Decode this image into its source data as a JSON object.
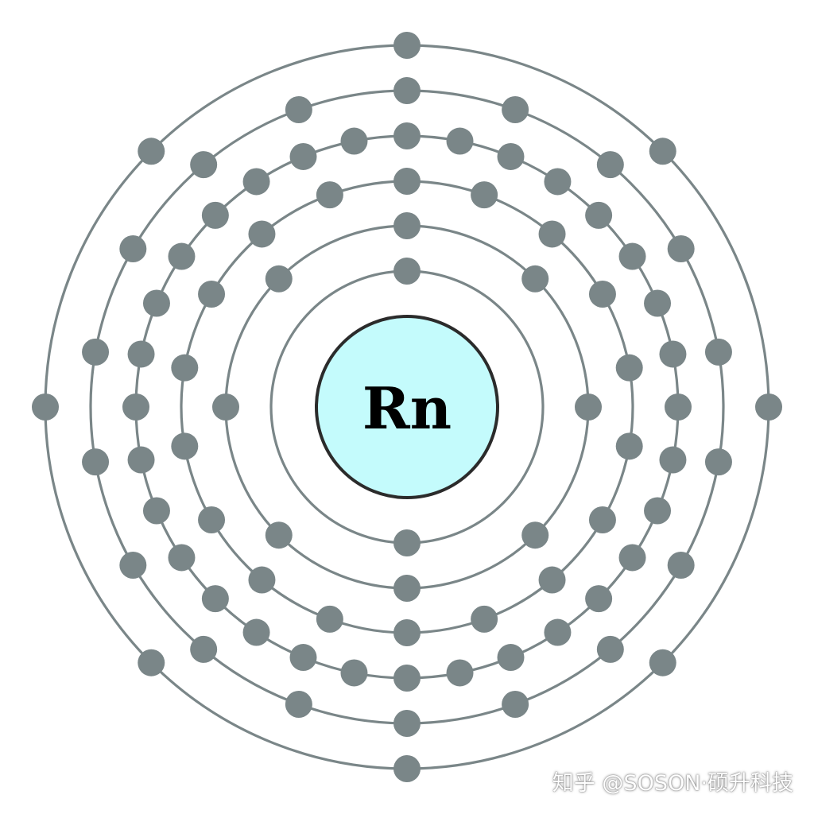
{
  "element": {
    "symbol": "Rn",
    "electrons_per_shell": [
      2,
      8,
      18,
      32,
      18,
      8
    ]
  },
  "colors": {
    "nucleus_fill": "#c4fbfc",
    "nucleus_stroke": "#2b2b2b",
    "shell_stroke": "#7a8688",
    "electron_fill": "#7a8688",
    "background": "#ffffff"
  },
  "watermark": {
    "text": "知乎 @SOSON·硕升科技"
  }
}
